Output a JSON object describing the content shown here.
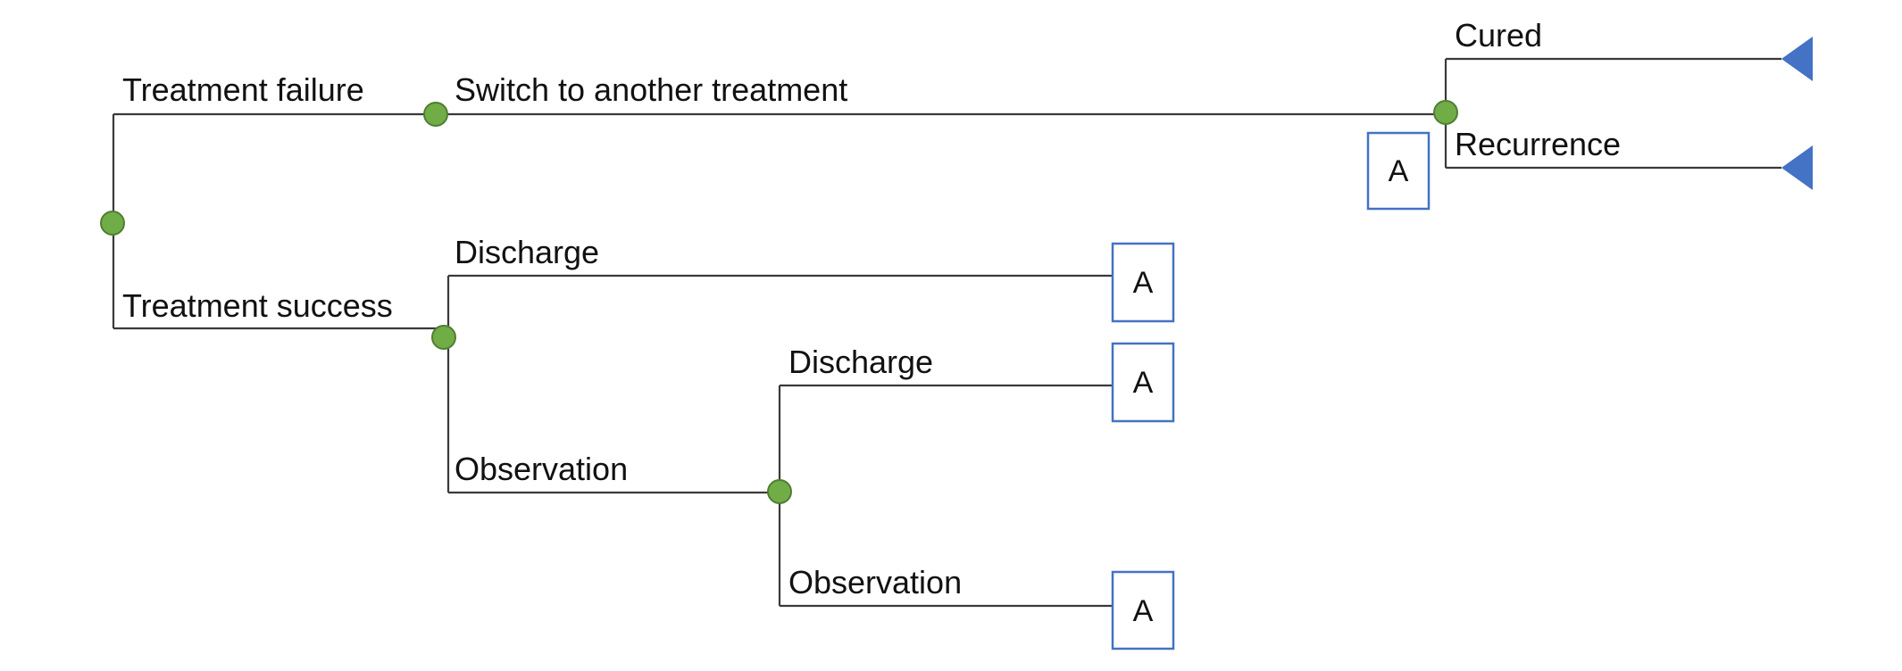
{
  "diagram": {
    "type": "decision-tree",
    "branches": {
      "treatment_failure": "Treatment failure",
      "switch_treatment": "Switch to another treatment",
      "cured": "Cured",
      "recurrence": "Recurrence",
      "treatment_success": "Treatment success",
      "discharge_1": "Discharge",
      "observation_1": "Observation",
      "discharge_2": "Discharge",
      "observation_2": "Observation"
    },
    "reference_nodes": {
      "recurrence_ref": "A",
      "discharge_1_ref": "A",
      "discharge_2_ref": "A",
      "observation_2_ref": "A"
    },
    "colors": {
      "chance_node": "#70ad47",
      "terminal_node": "#4472c4",
      "reference_box_border": "#4472c4",
      "line": "#3a3a3a"
    }
  }
}
